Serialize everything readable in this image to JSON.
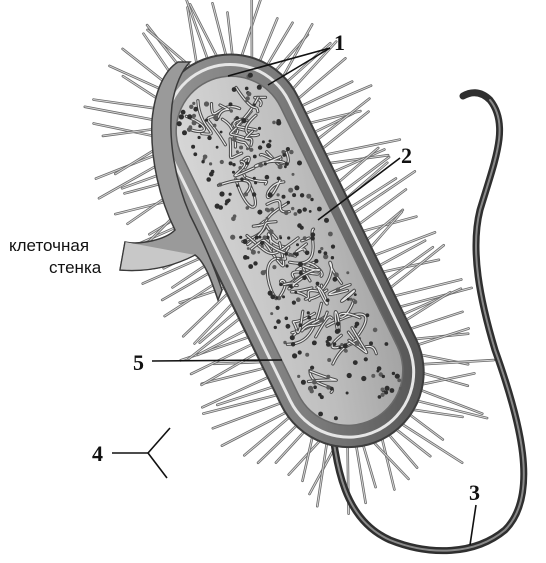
{
  "labels": {
    "cytoplasm_ribosomes": "1",
    "nucleoid": "2",
    "flagellum": "3",
    "pili": "4",
    "plasma_membrane": "5",
    "cell_wall": [
      "клеточная",
      "стенка"
    ]
  }
}
